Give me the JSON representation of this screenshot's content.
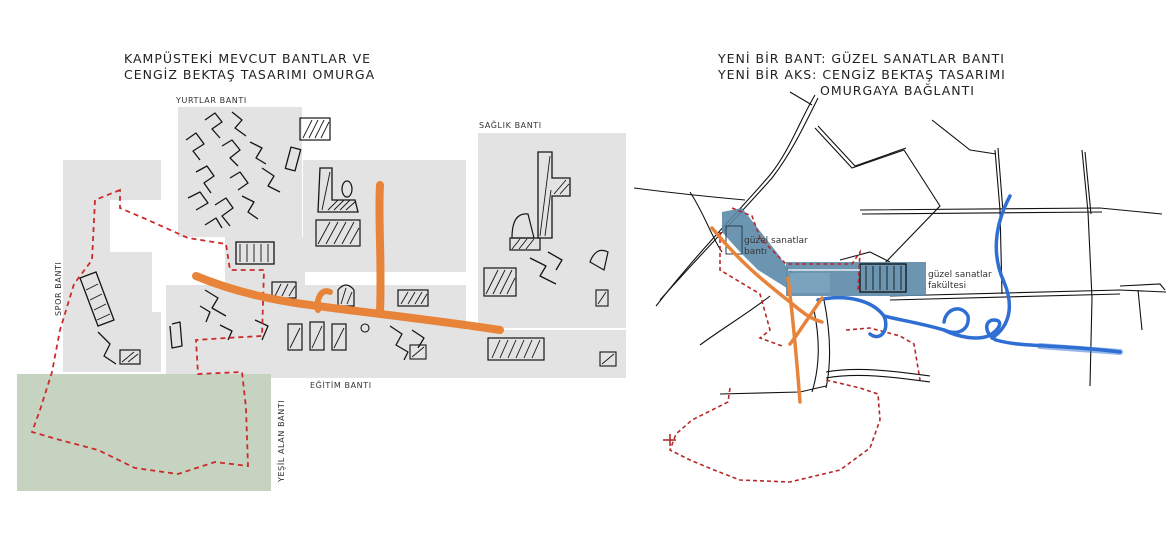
{
  "left_panel": {
    "title_line1": "KAMPÜSTEKİ MEVCUT BANTLAR VE",
    "title_line2": "CENGİZ BEKTAŞ TASARIMI OMURGA",
    "bands": {
      "yurtlar": "YURTLAR BANTI",
      "saglik": "SAĞLIK BANTI",
      "spor": "SPOR BANTI",
      "egitim": "EĞİTİM BANTI",
      "yesil_alan": "YEŞİL ALAN BANTI"
    }
  },
  "right_panel": {
    "title_line1": "YENİ BİR BANT: GÜZEL SANATLAR BANTI",
    "title_line2": "YENİ BİR AKS: CENGİZ BEKTAŞ TASARIMI",
    "title_line3": "OMURGAYA BAĞLANTI",
    "band_label_line1": "güzel sanatlar",
    "band_label_line2": "bantı",
    "faculty_label_line1": "güzel sanatlar",
    "faculty_label_line2": "fakültesi"
  },
  "colors": {
    "band_gray": "#e3e3e3",
    "green_band": "#c5d3c0",
    "spine_orange": "#e8833a",
    "boundary_red": "#cc2b2b",
    "fine_arts_blue": "#5c8aa8",
    "stream_blue": "#2f6fd4"
  }
}
